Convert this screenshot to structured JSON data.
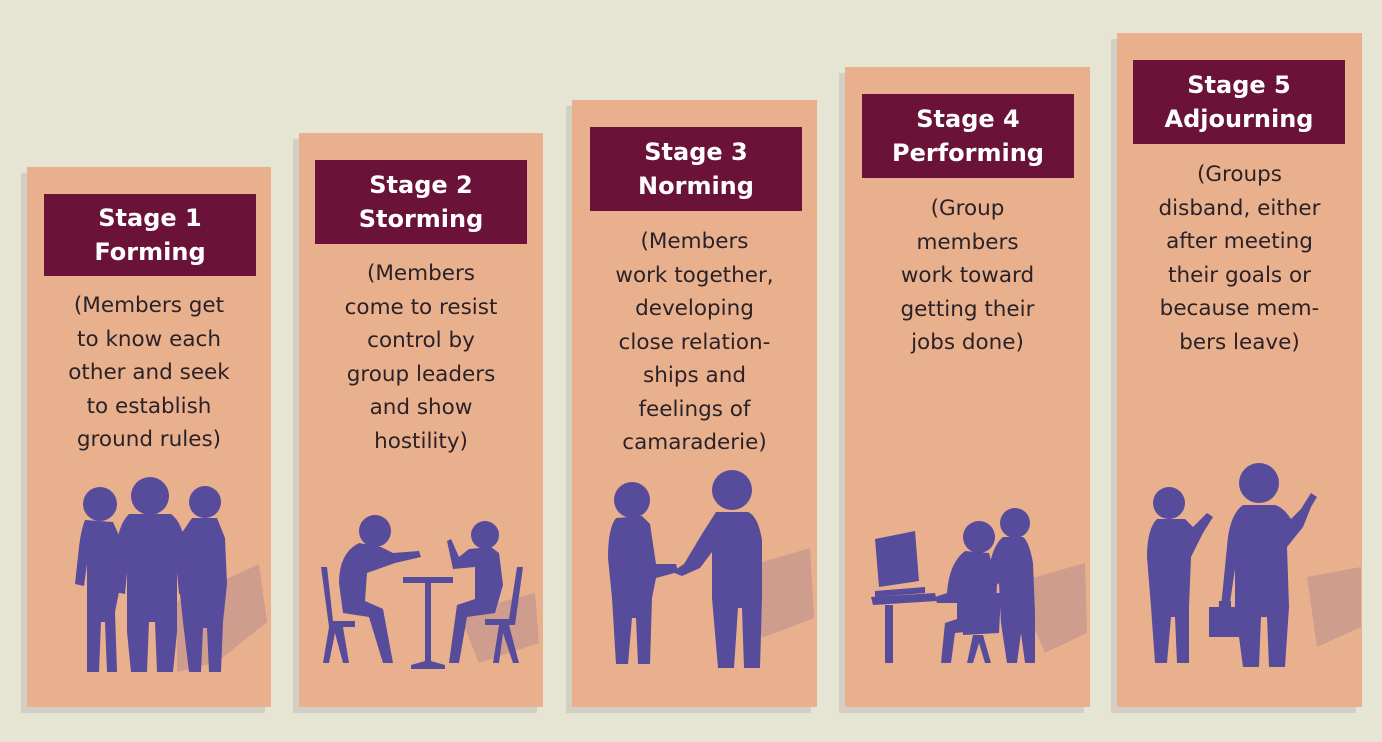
{
  "stages": [
    {
      "title_lines": [
        "Stage 1",
        "Forming"
      ],
      "desc_lines": [
        "(Members get",
        "to know each",
        "other and seek",
        "to establish",
        "ground rules)"
      ],
      "icon": "three-people-standing-icon"
    },
    {
      "title_lines": [
        "Stage 2",
        "Storming"
      ],
      "desc_lines": [
        "(Members",
        "come to resist",
        "control by",
        "group leaders",
        "and show",
        "hostility)"
      ],
      "icon": "two-people-arguing-at-table-icon"
    },
    {
      "title_lines": [
        "Stage 3",
        "Norming"
      ],
      "desc_lines": [
        "(Members",
        "work together,",
        "developing",
        "close relation-",
        "ships and",
        "feelings of",
        "camaraderie)"
      ],
      "icon": "two-people-shaking-hands-icon"
    },
    {
      "title_lines": [
        "Stage 4",
        "Performing"
      ],
      "desc_lines": [
        "(Group",
        "members",
        "work toward",
        "getting their",
        "jobs done)"
      ],
      "icon": "two-people-at-computer-icon"
    },
    {
      "title_lines": [
        "Stage 5",
        "Adjourning"
      ],
      "desc_lines": [
        "(Groups",
        "disband, either",
        "after meeting",
        "their goals or",
        "because mem-",
        "bers leave)"
      ],
      "icon": "two-people-waving-goodbye-icon"
    }
  ],
  "colors": {
    "panel": "#e9b08e",
    "label": "#6b1238",
    "figure": "#574b9c",
    "background": "#e6e5d3"
  }
}
